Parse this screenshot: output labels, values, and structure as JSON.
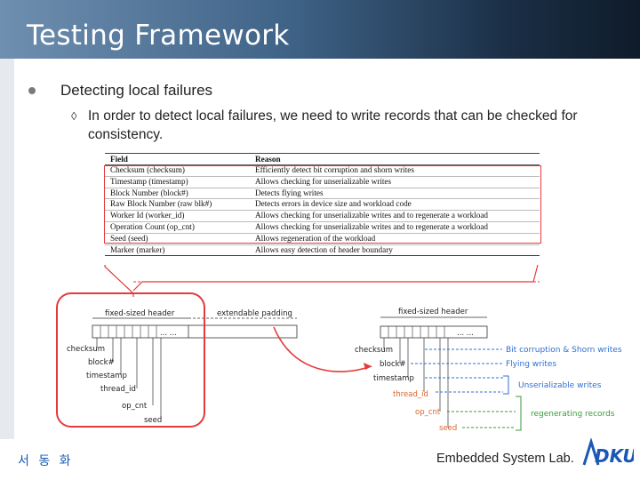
{
  "slide": {
    "title": "Testing Framework",
    "bullet1": "Detecting local failures",
    "bullet2": "In order to detect local failures, we need to write records that can be checked for consistency."
  },
  "table": {
    "headers": [
      "Field",
      "Reason"
    ],
    "rows": [
      {
        "field": "Checksum (checksum)",
        "reason": "Efficiently detect bit corruption and shorn writes"
      },
      {
        "field": "Timestamp (timestamp)",
        "reason": "Allows checking for unserializable writes"
      },
      {
        "field": "Block Number (block#)",
        "reason": "Detects flying writes"
      },
      {
        "field": "Raw Block Number (raw blk#)",
        "reason": "Detects errors in device size and workload code"
      },
      {
        "field": "Worker Id (worker_id)",
        "reason": "Allows checking for unserializable writes and to regenerate a workload"
      },
      {
        "field": "Operation Count (op_cnt)",
        "reason": "Allows checking for unserializable writes and to regenerate a workload"
      },
      {
        "field": "Seed (seed)",
        "reason": "Allows regeneration of the workload"
      },
      {
        "field": "Marker (marker)",
        "reason": "Allows easy detection of header boundary"
      }
    ]
  },
  "diagram_left": {
    "header_label": "fixed-sized header",
    "padding_label": "extendable padding",
    "ellipsis": "... ...",
    "fields": [
      "checksum",
      "block#",
      "timestamp",
      "thread_id",
      "op_cnt",
      "seed"
    ]
  },
  "diagram_right": {
    "header_label": "fixed-sized header",
    "ellipsis": "... ...",
    "fields": [
      "checksum",
      "block#",
      "timestamp",
      "thread_id",
      "op_cnt",
      "seed"
    ],
    "annotations": [
      "Bit corruption & Shorn writes",
      "Flying writes",
      "Unserializable writes",
      "regenerating records"
    ]
  },
  "footer": {
    "left": "서 동 화",
    "right": "Embedded System Lab.",
    "logo_text": "DKU"
  },
  "colors": {
    "accent_blue": "#1a58b5",
    "highlight_red": "#e23b3b",
    "annotation_blue": "#2f6fd1",
    "annotation_green": "#3c9a3c",
    "annotation_orange": "#d9642a"
  }
}
